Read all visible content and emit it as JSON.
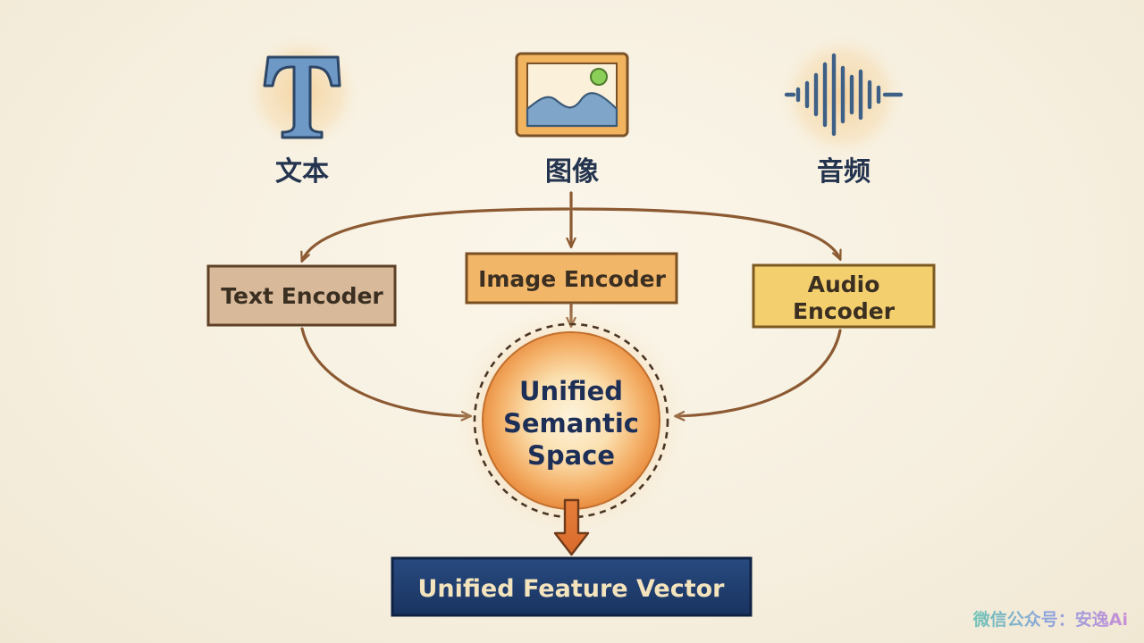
{
  "modalities": [
    {
      "label": "文本",
      "icon": "letter-t-icon"
    },
    {
      "label": "图像",
      "icon": "picture-icon"
    },
    {
      "label": "音频",
      "icon": "soundwave-icon"
    }
  ],
  "encoders": [
    {
      "line1": "Text Encoder",
      "line2": ""
    },
    {
      "line1": "Image Encoder",
      "line2": ""
    },
    {
      "line1": "Audio",
      "line2": "Encoder"
    }
  ],
  "core": {
    "line1": "Unified",
    "line2": "Semantic",
    "line3": "Space"
  },
  "output": {
    "label": "Unified Feature Vector"
  },
  "watermark": "微信公众号：安逸Ai",
  "colors": {
    "text_encoder": "#d8b999",
    "image_encoder": "#f2b668",
    "audio_encoder": "#f3cf6e",
    "core_glow": "#f0a253",
    "output_box": "#1f3c6e",
    "arrow": "#8c5a32",
    "heading": "#24344f"
  }
}
